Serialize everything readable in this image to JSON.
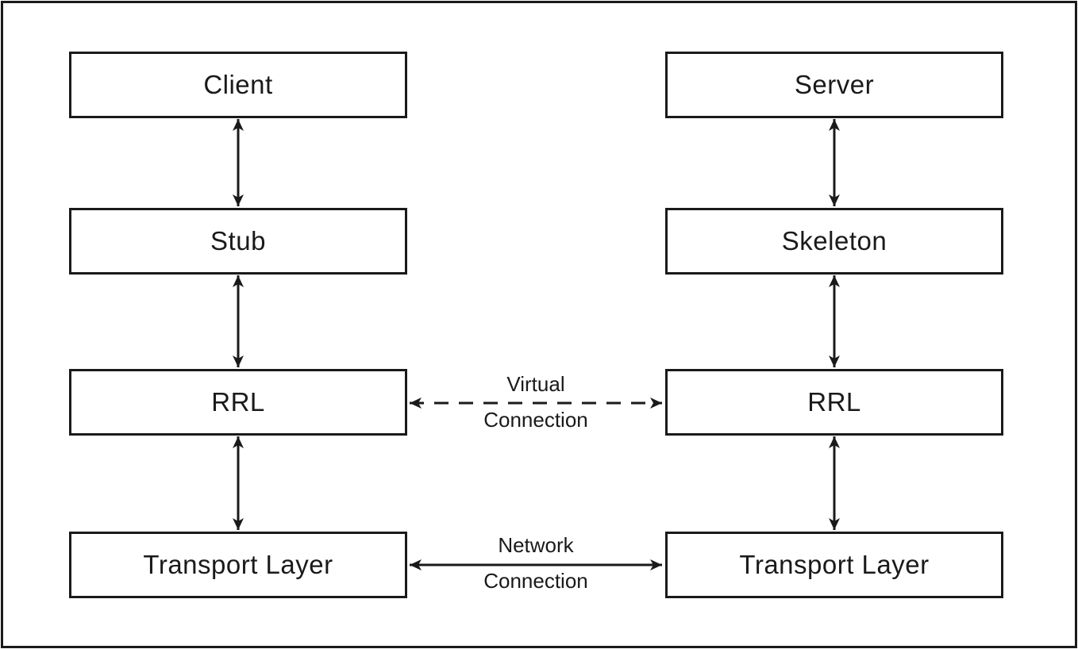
{
  "colors": {
    "line": "#1a1a1a",
    "background": "#ffffff",
    "text": "#1a1a1a"
  },
  "columns": {
    "left": [
      {
        "label": "Client"
      },
      {
        "label": "Stub"
      },
      {
        "label": "RRL"
      },
      {
        "label": "Transport Layer"
      }
    ],
    "right": [
      {
        "label": "Server"
      },
      {
        "label": "Skeleton"
      },
      {
        "label": "RRL"
      },
      {
        "label": "Transport Layer"
      }
    ]
  },
  "connections": {
    "virtual": {
      "line1": "Virtual",
      "line2": "Connection",
      "style": "dashed"
    },
    "network": {
      "line1": "Network",
      "line2": "Connection",
      "style": "solid"
    }
  }
}
